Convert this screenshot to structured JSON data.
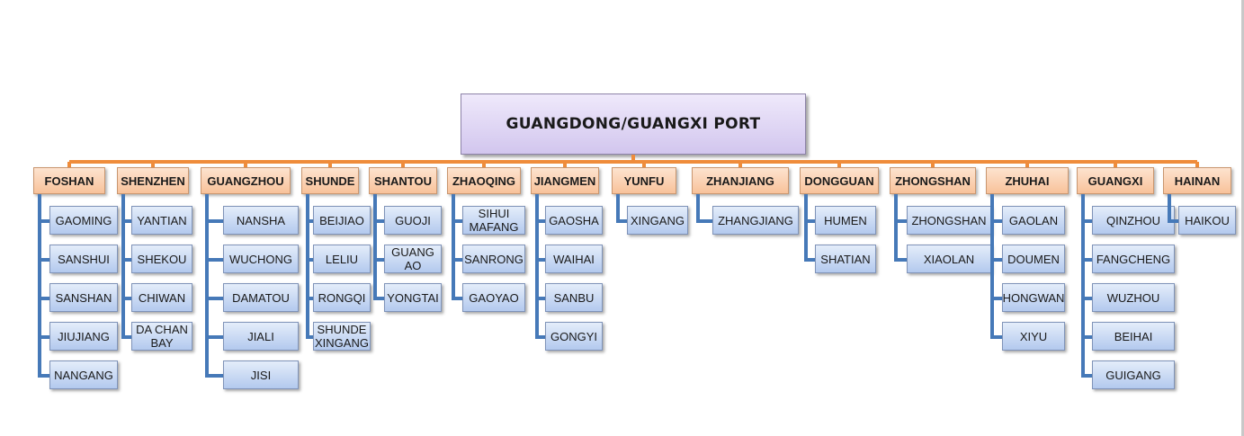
{
  "root": {
    "label": "GUANGDONG/GUANGXI PORT"
  },
  "colors": {
    "connector_top": "#ef8c3b",
    "connector_branch": "#4679b8",
    "root_fill": "#d9cff0",
    "city_fill": "#fbd3b4",
    "port_fill": "#c8d8f3"
  },
  "cities": [
    {
      "name": "FOSHAN",
      "ports": [
        "GAOMING",
        "SANSHUI",
        "SANSHAN",
        "JIUJIANG",
        "NANGANG"
      ]
    },
    {
      "name": "SHENZHEN",
      "ports": [
        "YANTIAN",
        "SHEKOU",
        "CHIWAN",
        "DA CHAN\nBAY"
      ]
    },
    {
      "name": "GUANGZHOU",
      "ports": [
        "NANSHA",
        "WUCHONG",
        "DAMATOU",
        "JIALI",
        "JISI"
      ]
    },
    {
      "name": "SHUNDE",
      "ports": [
        "BEIJIAO",
        "LELIU",
        "RONGQI",
        "SHUNDE\nXINGANG"
      ]
    },
    {
      "name": "SHANTOU",
      "ports": [
        "GUOJI",
        "GUANG\nAO",
        "YONGTAI"
      ]
    },
    {
      "name": "ZHAOQING",
      "ports": [
        "SIHUI\nMAFANG",
        "SANRONG",
        "GAOYAO"
      ]
    },
    {
      "name": "JIANGMEN",
      "ports": [
        "GAOSHA",
        "WAIHAI",
        "SANBU",
        "GONGYI"
      ]
    },
    {
      "name": "YUNFU",
      "ports": [
        "XINGANG"
      ]
    },
    {
      "name": "ZHANJIANG",
      "ports": [
        "ZHANGJIANG"
      ]
    },
    {
      "name": "DONGGUAN",
      "ports": [
        "HUMEN",
        "SHATIAN"
      ]
    },
    {
      "name": "ZHONGSHAN",
      "ports": [
        "ZHONGSHAN",
        "XIAOLAN"
      ]
    },
    {
      "name": "ZHUHAI",
      "ports": [
        "GAOLAN",
        "DOUMEN",
        "HONGWAN",
        "XIYU"
      ]
    },
    {
      "name": "GUANGXI",
      "ports": [
        "QINZHOU",
        "FANGCHENG",
        "WUZHOU",
        "BEIHAI",
        "GUIGANG"
      ]
    },
    {
      "name": "HAINAN",
      "ports": [
        "HAIKOU"
      ]
    }
  ]
}
